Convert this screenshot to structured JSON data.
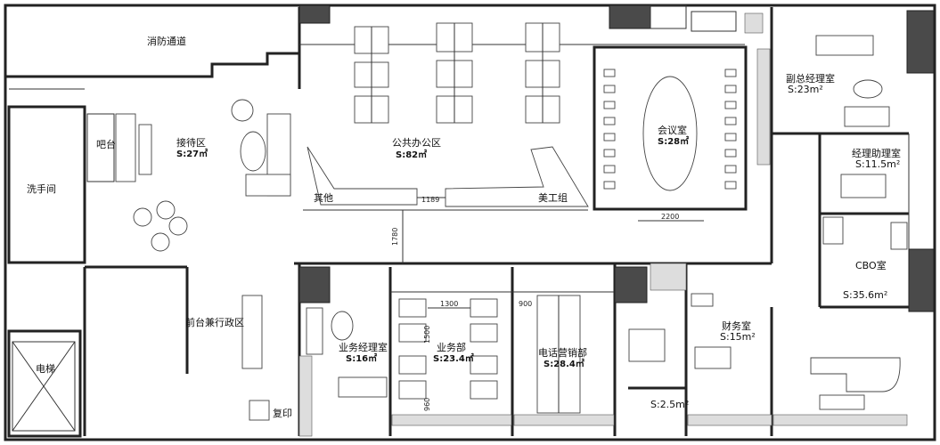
{
  "rooms": {
    "fire_passage": "消防通道",
    "restroom": "洗手间",
    "bar": "吧台",
    "reception": "接待区",
    "reception_area": "S:27㎡",
    "open_office": "公共办公区",
    "open_office_area": "S:82㎡",
    "other": "其他",
    "art_group": "美工组",
    "meeting": "会议室",
    "meeting_area": "S:28㎡",
    "vp_office": "副总经理室",
    "vp_office_area": "S:23m²",
    "asst_office": "经理助理室",
    "asst_office_area": "S:11.5m²",
    "cbo_office": "CBO室",
    "cbo_office_area": "S:35.6m²",
    "front_desk": "前台兼行政区",
    "elevator": "电梯",
    "copy": "复印",
    "sales_mgr": "业务经理室",
    "sales_mgr_area": "S:16㎡",
    "sales_dept": "业务部",
    "sales_dept_area": "S:23.4㎡",
    "tele_sales": "电话营销部",
    "tele_sales_area": "S:28.4㎡",
    "finance": "财务室",
    "finance_area": "S:15m²",
    "storage_area": "S:2.5m²"
  },
  "dimensions": {
    "d1189": "1189",
    "d2200": "2200",
    "d1780": "1780",
    "d1300": "1300",
    "d900": "900",
    "d1500": "1500",
    "d960": "960"
  },
  "colors": {
    "wall": "#222222",
    "column": "#4a4a4a",
    "furniture": "#444444"
  }
}
